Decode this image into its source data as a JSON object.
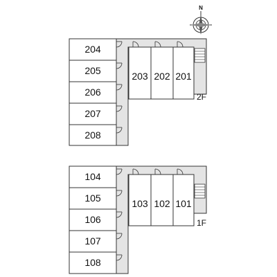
{
  "compass": {
    "north_label": "N"
  },
  "floor_2": {
    "label": "2F",
    "left_rooms": [
      "204",
      "205",
      "206",
      "207",
      "208"
    ],
    "right_rooms": [
      "203",
      "202",
      "201"
    ]
  },
  "floor_1": {
    "label": "1F",
    "left_rooms": [
      "104",
      "105",
      "106",
      "107",
      "108"
    ],
    "right_rooms": [
      "103",
      "102",
      "101"
    ]
  },
  "colors": {
    "corridor": "#e4e4e4",
    "line": "#333333",
    "room": "#ffffff"
  }
}
